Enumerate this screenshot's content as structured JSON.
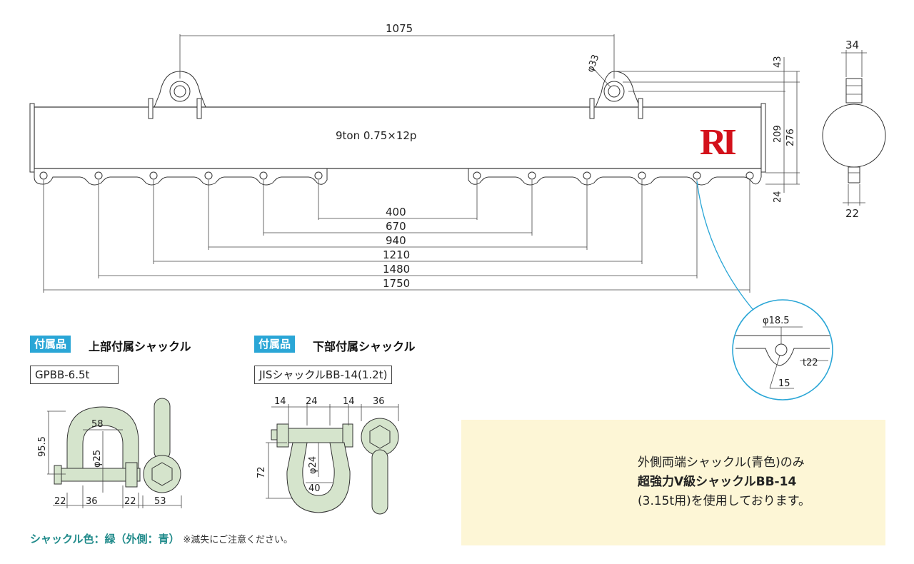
{
  "beam": {
    "capacity_label": "9ton  0.75×12p",
    "logo_text": "RI",
    "dims": {
      "top_span": "1075",
      "hole_dia": "φ33",
      "eye_height": "43",
      "beam_height": "209",
      "total_height": "276",
      "bottom_offset": "24",
      "spans": [
        "400",
        "670",
        "940",
        "1210",
        "1480",
        "1750"
      ]
    }
  },
  "side_view": {
    "top_width": "34",
    "bottom_width": "22"
  },
  "detail": {
    "hole": "φ18.5",
    "thickness": "t22",
    "offset": "15"
  },
  "upper_shackle": {
    "badge": "付属品",
    "title": "上部付属シャックル",
    "model": "GPBB-6.5t",
    "dims": {
      "height": "95.5",
      "inner_width": "58",
      "pin_dia": "φ25",
      "b1": "22",
      "b2": "36",
      "b3": "22",
      "side_width": "53"
    }
  },
  "lower_shackle": {
    "badge": "付属品",
    "title": "下部付属シャックル",
    "model": "JISシャックルBB-14(1.2t)",
    "dims": {
      "t1": "14",
      "t2": "24",
      "t3": "14",
      "side_width": "36",
      "height": "72",
      "pin_dia": "φ24",
      "inner_width": "40"
    }
  },
  "note": {
    "line1": "外側両端シャックル(青色)のみ",
    "line2": "超強力V級シャックルBB-14",
    "line3": "(3.15t用)を使用しております。"
  },
  "footnote": {
    "color_note": "シャックル色：緑（外側：青）",
    "warning": "※滅失にご注意ください。"
  },
  "colors": {
    "accent": "#2aa6d6",
    "shackle_green": "#d5e4cc",
    "logo_red": "#d3111b",
    "note_bg": "#fdf6d6"
  }
}
